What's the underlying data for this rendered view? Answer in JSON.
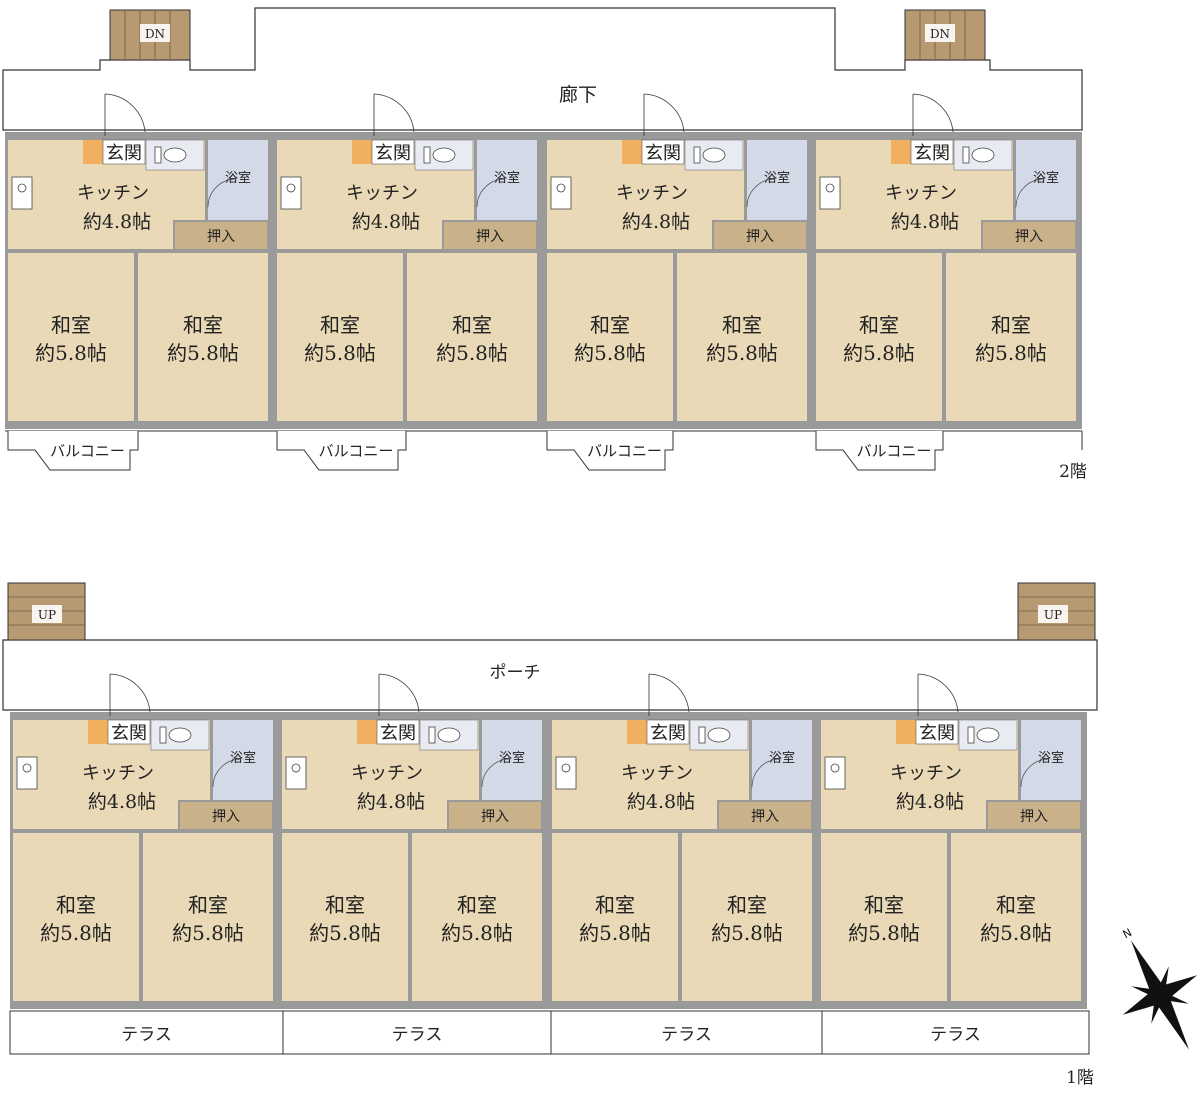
{
  "floors": [
    {
      "id": "floor-2",
      "floor_label": "2階",
      "corridor_label": "廊下",
      "stair_label": "DN",
      "outdoor_label": "バルコニー",
      "units": 4
    },
    {
      "id": "floor-1",
      "floor_label": "1階",
      "corridor_label": "ポーチ",
      "stair_label": "UP",
      "outdoor_label": "テラス",
      "units": 4
    }
  ],
  "unit": {
    "entrance": "玄関",
    "kitchen": "キッチン",
    "kitchen_size": "約4.8帖",
    "bath": "浴室",
    "closet": "押入",
    "washitsu": "和室",
    "washitsu_size": "約5.8帖"
  },
  "colors": {
    "room": "#ead9b6",
    "closet": "#c9b18a",
    "bath": "#d4d9e8",
    "toilet": "#e8ebf2",
    "entrance_mat": "#f0b060",
    "stairs": "#b89a72",
    "wall": "#9a9a9a",
    "outline": "#333333"
  }
}
